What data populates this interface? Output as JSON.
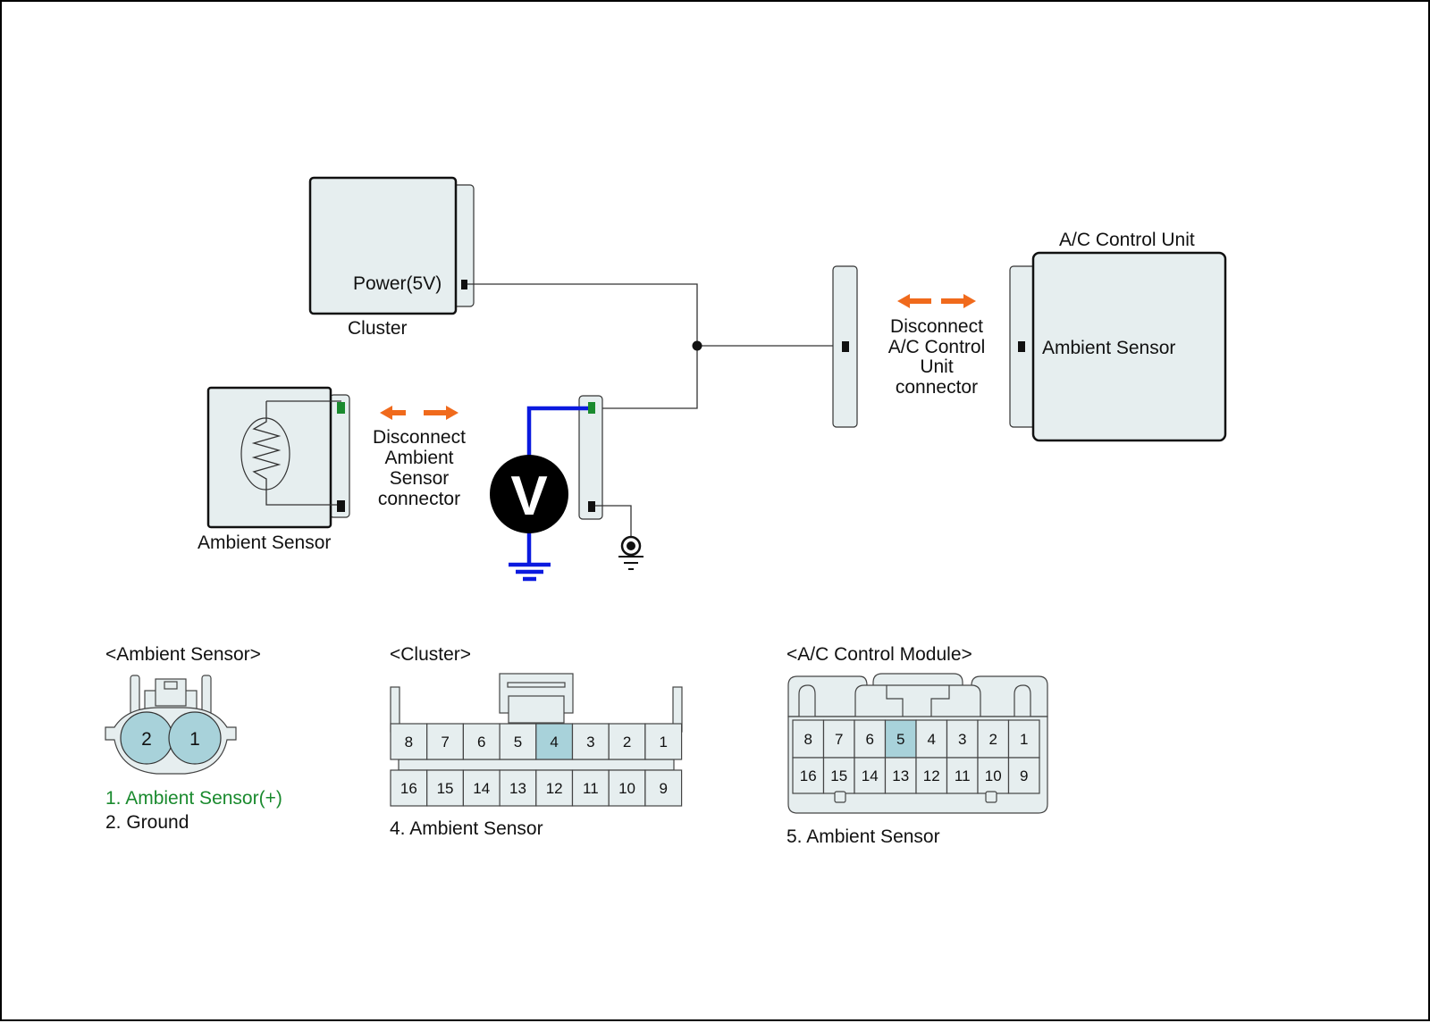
{
  "diagram": {
    "cluster": {
      "label": "Cluster",
      "pin_label": "Power(5V)"
    },
    "ambient_sensor": {
      "label": "Ambient Sensor"
    },
    "disconnect_ambient": {
      "lines": [
        "Disconnect",
        "Ambient",
        "Sensor",
        "connector"
      ]
    },
    "disconnect_ac": {
      "lines": [
        "Disconnect",
        "A/C Control",
        "Unit",
        "connector"
      ]
    },
    "ac_unit": {
      "title": "A/C Control Unit",
      "pin_label": "Ambient Sensor"
    },
    "voltmeter": {
      "symbol": "V"
    },
    "colors": {
      "probe_wire": "#0a1adf",
      "arrow": "#f06a1c",
      "signal_pin": "#1a8a2e",
      "highlight_pin": "#a8d2da",
      "unit_fill": "#e6eeef"
    }
  },
  "connectors": {
    "ambient": {
      "title": "<Ambient Sensor>",
      "pins": [
        "2",
        "1"
      ],
      "legend": [
        {
          "text": "1. Ambient Sensor(+)",
          "color": "#1a8a2e"
        },
        {
          "text": "2. Ground",
          "color": "#111111"
        }
      ]
    },
    "cluster": {
      "title": "<Cluster>",
      "top_row": [
        "8",
        "7",
        "6",
        "5",
        "4",
        "3",
        "2",
        "1"
      ],
      "bottom_row": [
        "16",
        "15",
        "14",
        "13",
        "12",
        "11",
        "10",
        "9"
      ],
      "highlight": "4",
      "legend": "4. Ambient Sensor"
    },
    "ac_module": {
      "title": "<A/C Control Module>",
      "top_row": [
        "8",
        "7",
        "6",
        "5",
        "4",
        "3",
        "2",
        "1"
      ],
      "bottom_row": [
        "16",
        "15",
        "14",
        "13",
        "12",
        "11",
        "10",
        "9"
      ],
      "highlight": "5",
      "legend": "5. Ambient Sensor"
    }
  }
}
